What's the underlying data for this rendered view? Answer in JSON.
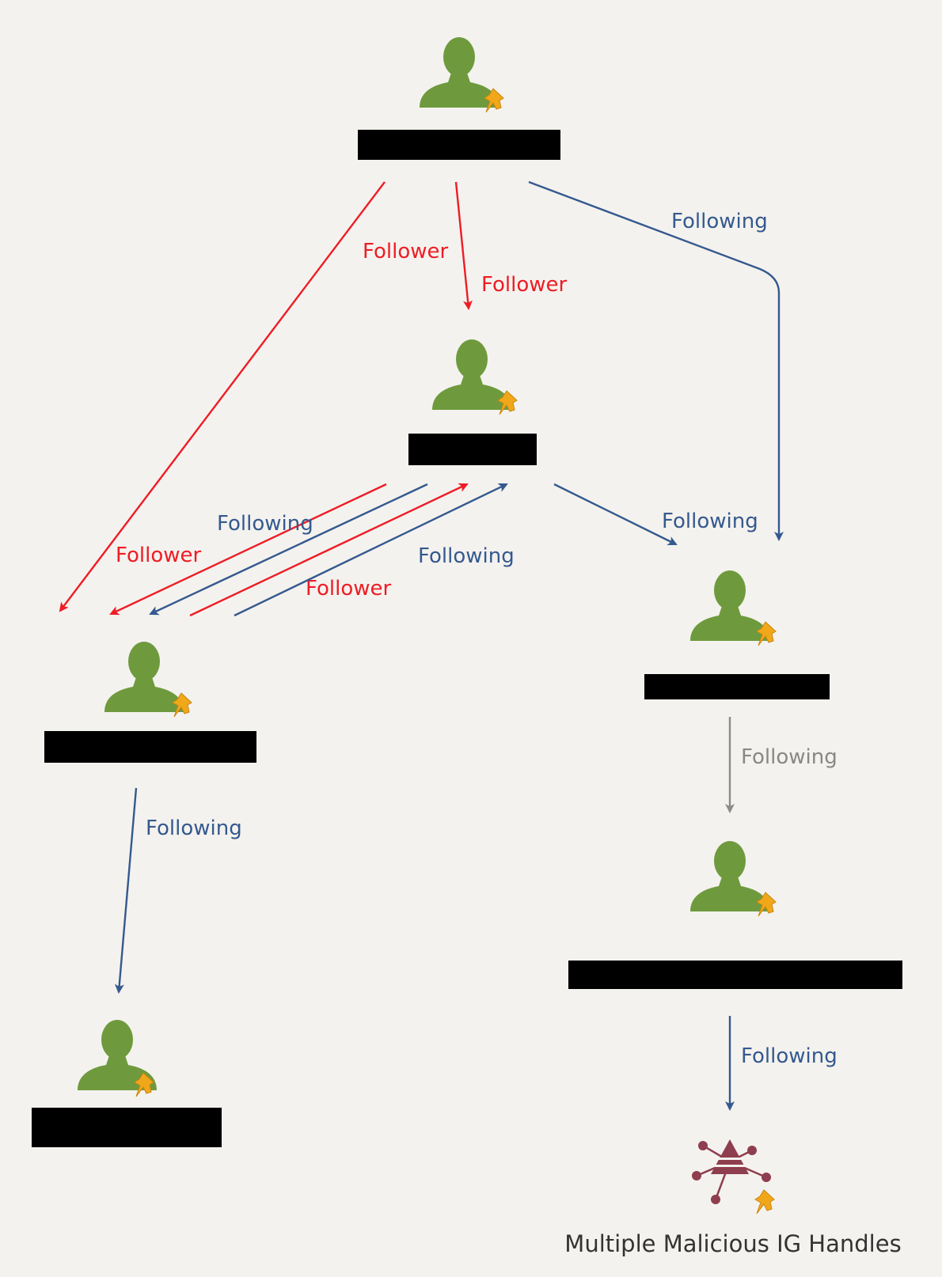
{
  "colors": {
    "follower": "#ee1c25",
    "following": "#34598f",
    "following_muted": "#8c8c8c",
    "person": "#6e9a3d",
    "pin": "#f0a81a",
    "network": "#8e3e4e",
    "redaction": "#000000",
    "background": "#f4f2ee"
  },
  "nodes": [
    {
      "id": "user-top",
      "icon": "person-icon",
      "label": ""
    },
    {
      "id": "user-middle",
      "icon": "person-icon",
      "label": ""
    },
    {
      "id": "user-left",
      "icon": "person-icon",
      "label": ""
    },
    {
      "id": "user-right",
      "icon": "person-icon",
      "label": ""
    },
    {
      "id": "user-bottom-left",
      "icon": "person-icon",
      "label": ""
    },
    {
      "id": "user-bottom-right",
      "icon": "person-icon",
      "label": ""
    },
    {
      "id": "group-malicious",
      "icon": "network-icon",
      "label": "Multiple Malicious IG Handles"
    }
  ],
  "edges": [
    {
      "from": "user-top",
      "to": "user-left",
      "type": "follower",
      "label": "Follower"
    },
    {
      "from": "user-top",
      "to": "user-middle",
      "type": "follower",
      "label": "Follower"
    },
    {
      "from": "user-top",
      "to": "user-middle",
      "type": "follower",
      "label": "Follower"
    },
    {
      "from": "user-top",
      "to": "user-right",
      "type": "following",
      "label": "Following"
    },
    {
      "from": "user-middle",
      "to": "user-left",
      "type": "follower",
      "label": "Follower"
    },
    {
      "from": "user-middle",
      "to": "user-left",
      "type": "following",
      "label": "Following"
    },
    {
      "from": "user-left",
      "to": "user-middle",
      "type": "follower",
      "label": "Follower"
    },
    {
      "from": "user-left",
      "to": "user-middle",
      "type": "following",
      "label": "Following"
    },
    {
      "from": "user-middle",
      "to": "user-right",
      "type": "following",
      "label": "Following"
    },
    {
      "from": "user-left",
      "to": "user-bottom-left",
      "type": "following",
      "label": "Following"
    },
    {
      "from": "user-right",
      "to": "user-bottom-right",
      "type": "following_muted",
      "label": "Following"
    },
    {
      "from": "user-bottom-right",
      "to": "group-malicious",
      "type": "following",
      "label": "Following"
    }
  ]
}
